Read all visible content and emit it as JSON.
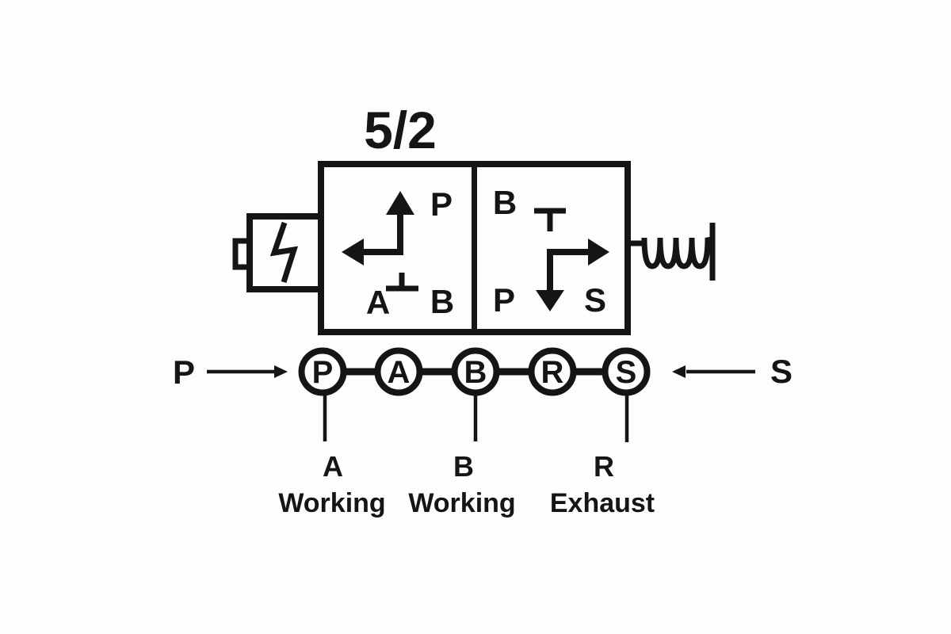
{
  "diagram": {
    "title": "5/2",
    "colors": {
      "ink": "#151515",
      "background": "#fcfdfd"
    },
    "valve": {
      "left_position": {
        "top_port": "P",
        "bottom_left_port": "A",
        "bottom_right_port": "B"
      },
      "right_position": {
        "top_left_port": "B",
        "bottom_left_port": "P",
        "bottom_right_port": "S"
      },
      "left_actuator": "solenoid",
      "right_actuator": "spring"
    },
    "port_row": {
      "supply_label": "P",
      "exhaust_label": "S",
      "ports": [
        "P",
        "A",
        "B",
        "R",
        "S"
      ]
    },
    "legend": [
      {
        "port": "A",
        "function": "Working"
      },
      {
        "port": "B",
        "function": "Working"
      },
      {
        "port": "R",
        "function": "Exhaust"
      }
    ]
  }
}
